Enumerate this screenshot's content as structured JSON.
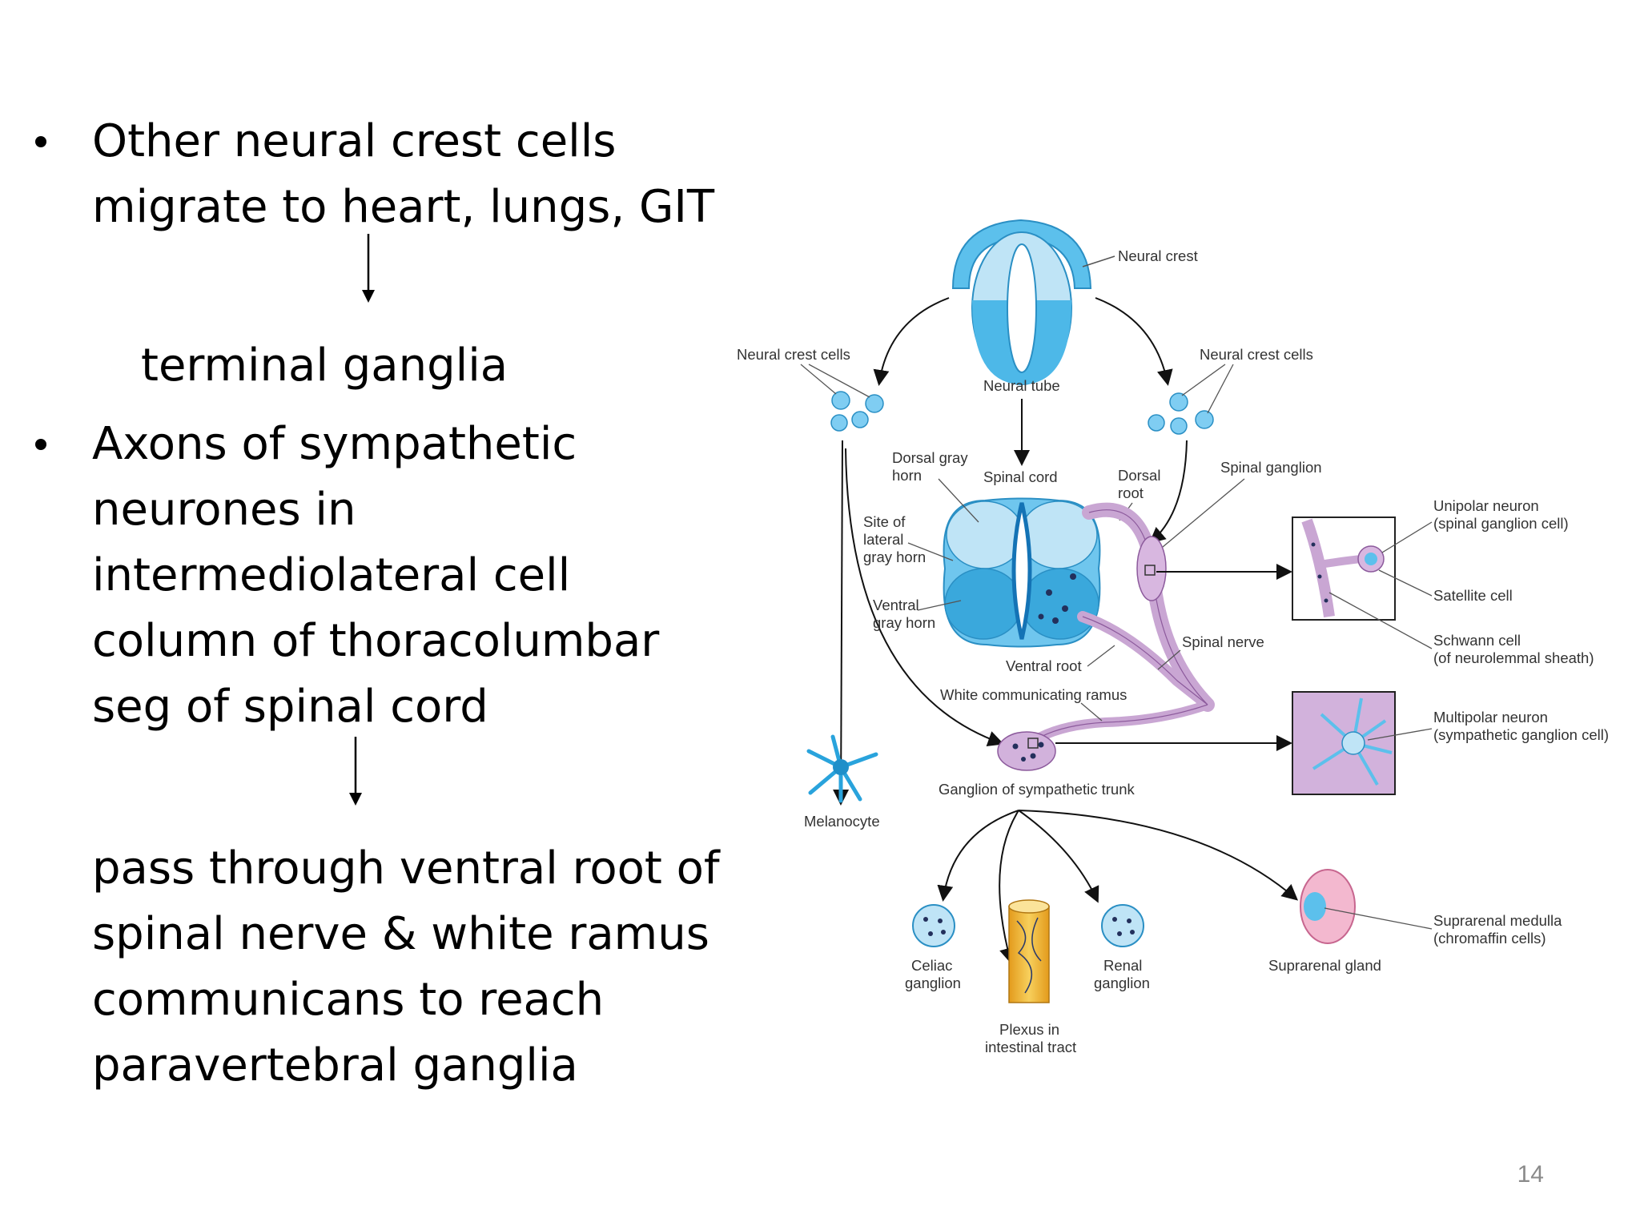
{
  "slide": {
    "bullet1_line1": "Other neural crest cells",
    "bullet1_line2": "migrate to heart, lungs, GIT",
    "bullet1_result": "terminal ganglia",
    "bullet2_line1": "Axons of sympathetic",
    "bullet2_line2": "neurones in",
    "bullet2_line3": "intermediolateral cell",
    "bullet2_line4": "column of thoracolumbar",
    "bullet2_line5": "seg of spinal cord",
    "bullet2_result_line1": "pass through ventral root of",
    "bullet2_result_line2": "spinal nerve & white ramus",
    "bullet2_result_line3": "communicans to reach",
    "bullet2_result_line4": "paravertebral ganglia",
    "page_number": "14"
  },
  "diagram": {
    "neural_crest": "Neural crest",
    "neural_crest_cells_left": "Neural crest cells",
    "neural_crest_cells_right": "Neural crest cells",
    "neural_tube": "Neural tube",
    "dorsal_gray_horn_1": "Dorsal gray",
    "dorsal_gray_horn_2": "horn",
    "spinal_cord": "Spinal cord",
    "dorsal_root_1": "Dorsal",
    "dorsal_root_2": "root",
    "spinal_ganglion": "Spinal ganglion",
    "site_lateral_1": "Site of",
    "site_lateral_2": "lateral",
    "site_lateral_3": "gray horn",
    "ventral_gray_horn_1": "Ventral",
    "ventral_gray_horn_2": "gray horn",
    "ventral_root": "Ventral root",
    "spinal_nerve": "Spinal nerve",
    "white_ramus": "White communicating ramus",
    "ganglion_sympathetic_trunk": "Ganglion of sympathetic trunk",
    "melanocyte": "Melanocyte",
    "unipolar_1": "Unipolar neuron",
    "unipolar_2": "(spinal ganglion cell)",
    "satellite": "Satellite cell",
    "schwann_1": "Schwann cell",
    "schwann_2": "(of neurolemmal sheath)",
    "multipolar_1": "Multipolar neuron",
    "multipolar_2": "(sympathetic ganglion cell)",
    "celiac_1": "Celiac",
    "celiac_2": "ganglion",
    "plexus_1": "Plexus in",
    "plexus_2": "intestinal tract",
    "renal_1": "Renal",
    "renal_2": "ganglion",
    "suprarenal_gland": "Suprarenal gland",
    "suprarenal_medulla_1": "Suprarenal medulla",
    "suprarenal_medulla_2": "(chromaffin cells)"
  },
  "colors": {
    "tube_blue": "#4db8e8",
    "light_blue": "#bfe4f6",
    "mid_blue": "#6fc6ee",
    "nerve_purple": "#c9a6d3",
    "box_purple": "#d2b2dc",
    "gland_pink": "#f3b8cf",
    "plexus_yellow": "#f2b93b"
  }
}
